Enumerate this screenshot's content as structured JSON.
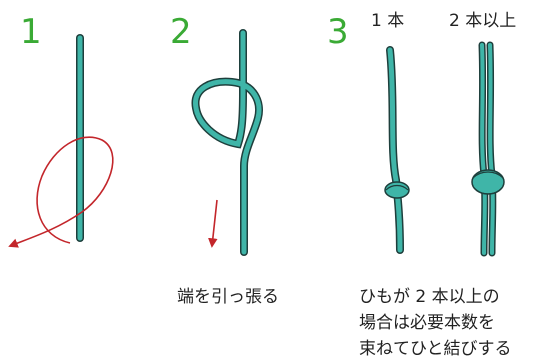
{
  "steps": [
    {
      "number": "1"
    },
    {
      "number": "2",
      "caption": "端を引っ張る"
    },
    {
      "number": "3",
      "caption_lines": [
        "ひもが 2 本以上の",
        "場合は必要本数を",
        "束ねてひと結びする"
      ]
    }
  ],
  "variants": {
    "single": "1 本",
    "multiple": "2 本以上"
  },
  "colors": {
    "number": "#3aaa35",
    "cord": "#3fb5a8",
    "cord_outline": "#1e3f3c",
    "arrow": "#c3262b"
  }
}
